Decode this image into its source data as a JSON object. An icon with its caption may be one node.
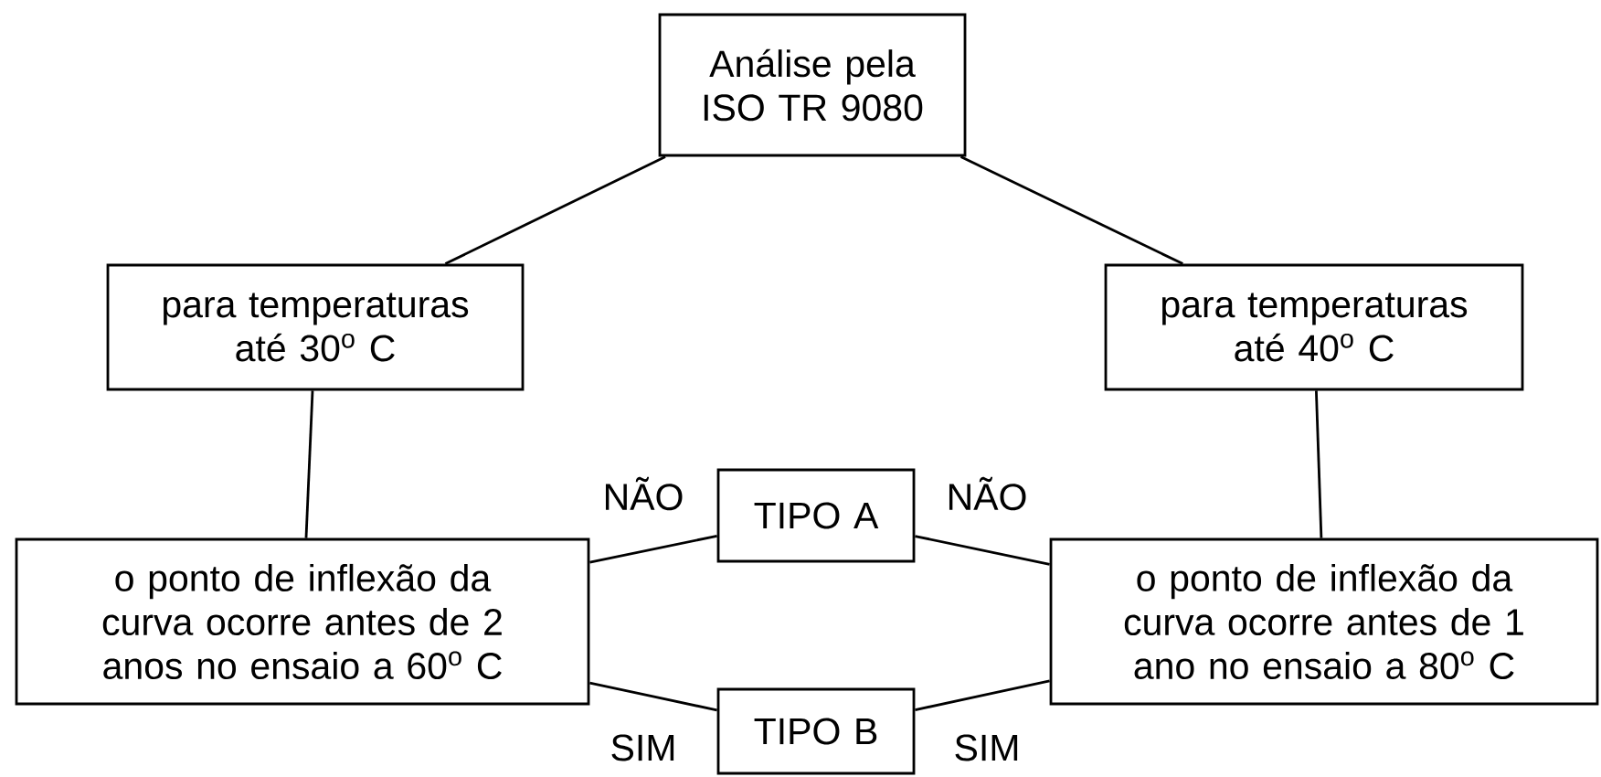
{
  "diagram": {
    "nodes": [
      {
        "text": [
          "Análise pela ISO TR 9080"
        ]
      },
      {
        "text": [
          "para temperaturas até 30$^{o}$ C"
        ]
      },
      {
        "text": [
          "para temperaturas até 40$^{o}$ C"
        ]
      },
      {
        "text": [
          "o ponto de inflexão da curva ocorre antes de 2 anos no ensaio a 60$^{o}$ C"
        ]
      },
      {
        "text": [
          "o ponto de inflexão da curva ocorre antes de 1 ano no ensaio a 80$^{o}$ C"
        ]
      },
      {
        "text": [
          "TIPO A"
        ]
      },
      {
        "text": [
          "TIPO B"
        ]
      }
    ],
    "edges": [
      {
        "from": 0,
        "to": 1,
        "arrow": "none"
      },
      {
        "from": 0,
        "to": 2,
        "arrow": "none"
      },
      {
        "from": 1,
        "to": 3,
        "arrow": "none"
      },
      {
        "from": 2,
        "to": 4,
        "arrow": "none"
      },
      {
        "from": 3,
        "to": 5,
        "arrow": "none",
        "label": "NÃO"
      },
      {
        "from": 3,
        "to": 6,
        "arrow": "none",
        "label": "SIM"
      },
      {
        "from": 4,
        "to": 5,
        "arrow": "none",
        "label": "NÃO"
      },
      {
        "from": 4,
        "to": 6,
        "arrow": "none",
        "label": "SIM"
      }
    ]
  }
}
